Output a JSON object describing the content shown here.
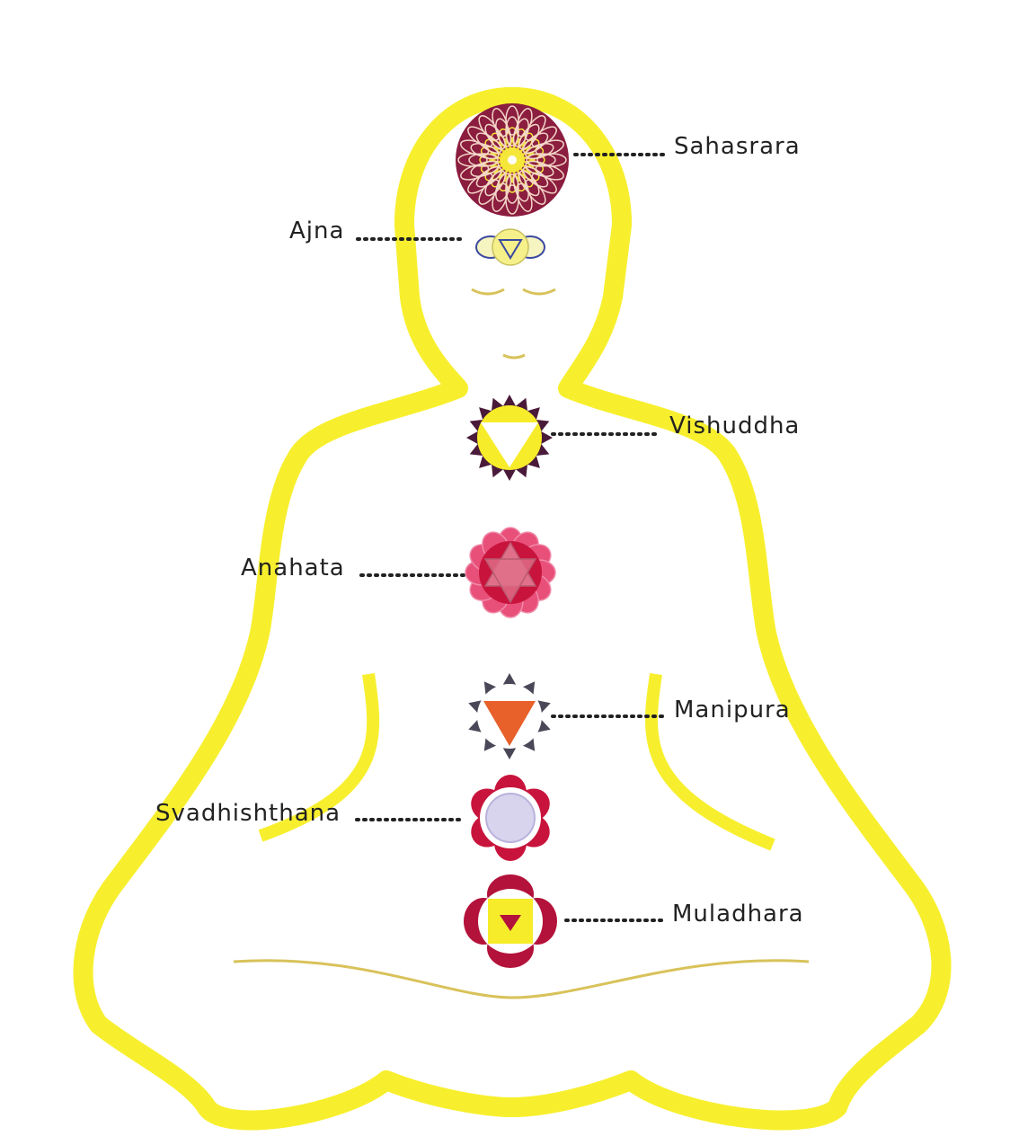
{
  "chakras": [
    {
      "id": "sahasrara",
      "label": "Sahasrara",
      "primary": "#8b1d3f",
      "secondary": "#f5e63a"
    },
    {
      "id": "ajna",
      "label": "Ajna",
      "primary": "#3b4aa0",
      "secondary": "#f6f08a"
    },
    {
      "id": "vishuddha",
      "label": "Vishuddha",
      "primary": "#4a1a3a",
      "secondary": "#f7ec2a"
    },
    {
      "id": "anahata",
      "label": "Anahata",
      "primary": "#c8143c",
      "secondary": "#e8507a"
    },
    {
      "id": "manipura",
      "label": "Manipura",
      "primary": "#4a4858",
      "secondary": "#e8602a"
    },
    {
      "id": "svadhishthana",
      "label": "Svadhishthana",
      "primary": "#c8143c",
      "secondary": "#d8d4ee"
    },
    {
      "id": "muladhara",
      "label": "Muladhara",
      "primary": "#b3123a",
      "secondary": "#f7ec2a"
    }
  ],
  "colors": {
    "aura": "#f7ef2e",
    "outline": "#d8c25a",
    "leader": "#222222"
  }
}
